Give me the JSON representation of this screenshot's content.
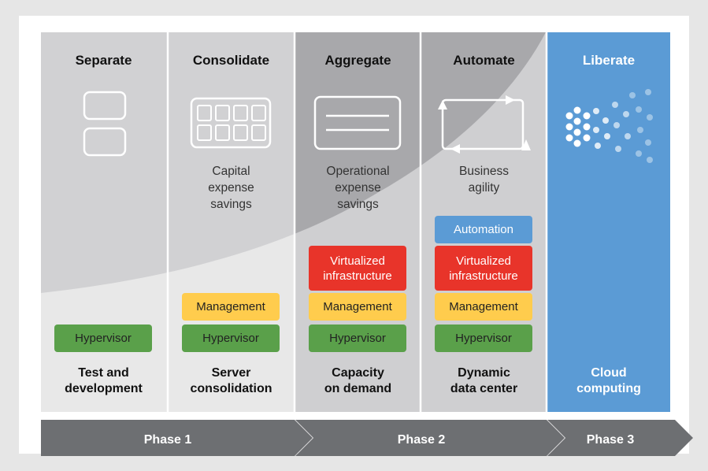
{
  "colors": {
    "background": "#e6e6e6",
    "panel_light": "#d9d9d9",
    "panel_dark": "#bdbdc0",
    "curve_light": "#e8e8e8",
    "curve_dark": "#a8a8ab",
    "liberate_blue": "#5b9bd5",
    "hypervisor": "#5aa04a",
    "management": "#ffcc4d",
    "virtualized": "#e8342a",
    "automation": "#5b9bd5",
    "arrow": "#6d6f72"
  },
  "columns": [
    {
      "id": "separate",
      "title": "Separate",
      "caption": "",
      "footer": "Test and\ndevelopment",
      "icon": "two-boxes-icon"
    },
    {
      "id": "consolidate",
      "title": "Consolidate",
      "caption": "Capital\nexpense\nsavings",
      "footer": "Server\nconsolidation",
      "icon": "server-grid-icon"
    },
    {
      "id": "aggregate",
      "title": "Aggregate",
      "caption": "Operational\nexpense\nsavings",
      "footer": "Capacity\non demand",
      "icon": "pool-box-icon"
    },
    {
      "id": "automate",
      "title": "Automate",
      "caption": "Business\nagility",
      "footer": "Dynamic\ndata center",
      "icon": "cycle-arrows-icon"
    },
    {
      "id": "liberate",
      "title": "Liberate",
      "caption": "",
      "footer": "Cloud\ncomputing",
      "icon": "dispersing-dots-icon"
    }
  ],
  "layers": {
    "hypervisor": "Hypervisor",
    "management": "Management",
    "virtualized": "Virtualized\ninfrastructure",
    "automation": "Automation"
  },
  "phases": [
    "Phase 1",
    "Phase 2",
    "Phase 3"
  ]
}
